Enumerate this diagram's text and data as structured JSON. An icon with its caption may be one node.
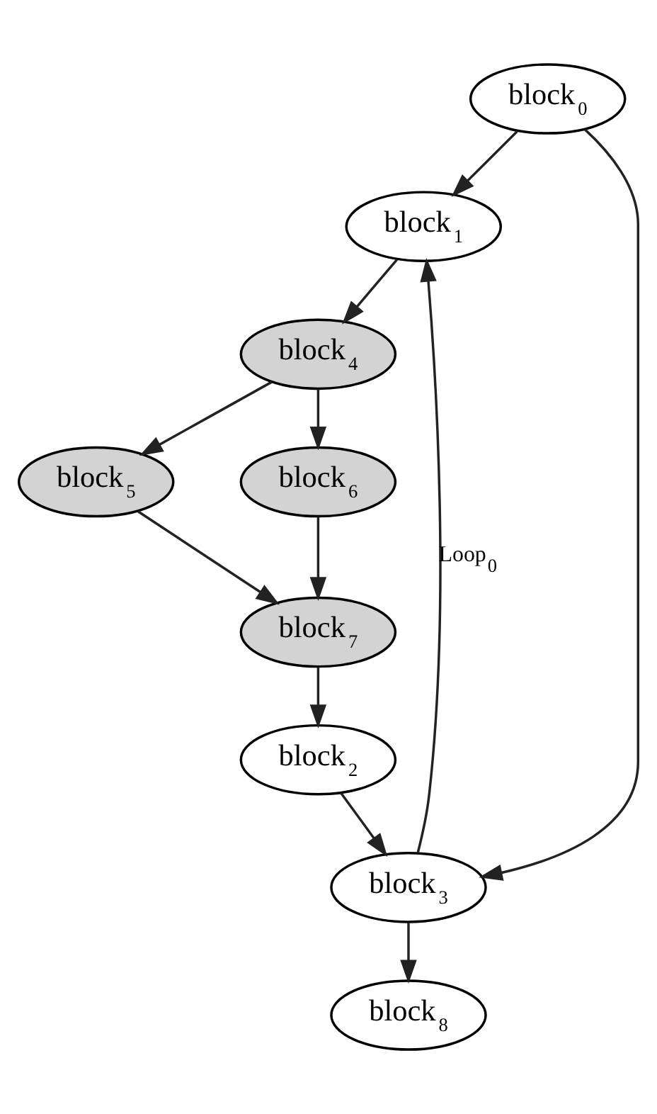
{
  "diagram": {
    "nodes": [
      {
        "text": [
          "block$_{0}$"
        ]
      },
      {
        "text": [
          "block$_{1}$"
        ]
      },
      {
        "text": [
          "block$_{4}$"
        ]
      },
      {
        "text": [
          "block$_{5}$"
        ]
      },
      {
        "text": [
          "block$_{6}$"
        ]
      },
      {
        "text": [
          "block$_{7}$"
        ]
      },
      {
        "text": [
          "block$_{2}$"
        ]
      },
      {
        "text": [
          "block$_{3}$"
        ]
      },
      {
        "text": [
          "block$_{8}$"
        ]
      }
    ],
    "edges": [
      {
        "from": 0,
        "to": 1,
        "arrow": "to"
      },
      {
        "from": 0,
        "to": 7,
        "arrow": "to"
      },
      {
        "from": 1,
        "to": 2,
        "arrow": "to"
      },
      {
        "from": 2,
        "to": 3,
        "arrow": "to"
      },
      {
        "from": 2,
        "to": 4,
        "arrow": "to"
      },
      {
        "from": 3,
        "to": 5,
        "arrow": "to"
      },
      {
        "from": 4,
        "to": 5,
        "arrow": "to"
      },
      {
        "from": 5,
        "to": 6,
        "arrow": "to"
      },
      {
        "from": 6,
        "to": 7,
        "arrow": "to"
      },
      {
        "from": 7,
        "to": 1,
        "arrow": "to",
        "label": "Loop$_{0}$"
      },
      {
        "from": 7,
        "to": 8,
        "arrow": "to"
      }
    ]
  }
}
